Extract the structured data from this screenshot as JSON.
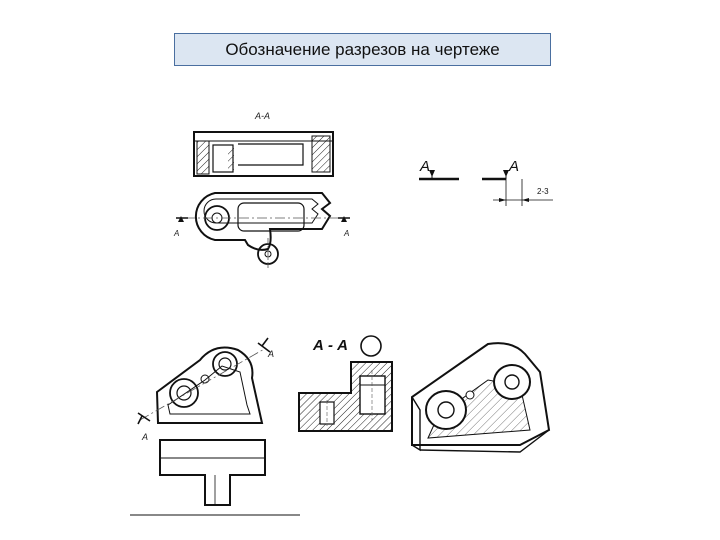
{
  "slide": {
    "title": "Обозначение разрезов на  чертеже"
  },
  "top_drawing": {
    "section_label": "А-А",
    "left_cut_label": "А",
    "right_cut_label": "А"
  },
  "cut_symbols": {
    "left_label": "А",
    "right_label": "А",
    "dimension_label": "2-3"
  },
  "bottom_drawing": {
    "section_label": "А - А",
    "cut_label_upper": "А",
    "cut_label_lower": "А"
  }
}
